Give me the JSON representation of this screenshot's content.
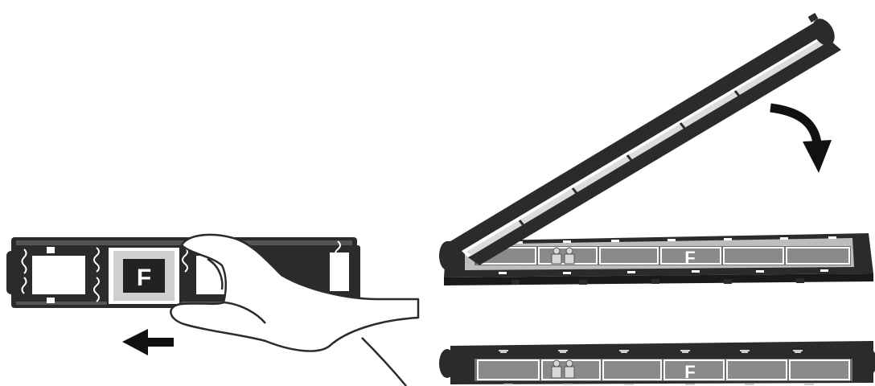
{
  "figure": {
    "slide_holder": {
      "frame_letter": "F",
      "arrow_direction": "left"
    },
    "film_holder": {
      "frame_letter": "F",
      "lid_arrow": "close-down"
    },
    "film_strip": {
      "frame_letter": "F"
    }
  },
  "colors": {
    "ink": "#2b2b2b",
    "frame_grey": "#7a7a7a",
    "slide_face": "#cfcfcf",
    "paper": "#ffffff"
  }
}
